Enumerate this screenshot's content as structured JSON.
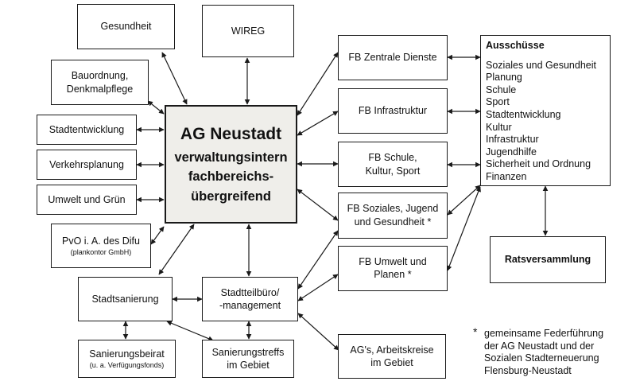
{
  "center": {
    "title": "AG Neustadt",
    "lines": [
      "verwaltungsintern",
      "fachbereichs-",
      "übergreifend"
    ]
  },
  "left_boxes": {
    "gesundheit": "Gesundheit",
    "wireg": "WIREG",
    "bauordnung": [
      "Bauordnung,",
      "Denkmalpflege"
    ],
    "stadtentwicklung": "Stadtentwicklung",
    "verkehrsplanung": "Verkehrsplanung",
    "umwelt": "Umwelt und Grün",
    "pvo": [
      "PvO i. A. des Difu",
      "(plankontor GmbH)"
    ]
  },
  "bottom_boxes": {
    "stadtsanierung": "Stadtsanierung",
    "stadtteilbuero": [
      "Stadtteilbüro/",
      "-management"
    ],
    "sanierungsbeirat": [
      "Sanierungsbeirat",
      "(u. a. Verfügungsfonds)"
    ],
    "sanierungstreffs": [
      "Sanierungstreffs",
      "im Gebiet"
    ],
    "ags": [
      "AG's, Arbeitskreise",
      "im Gebiet"
    ]
  },
  "fb_boxes": {
    "zentrale": "FB Zentrale Dienste",
    "infrastruktur": "FB Infrastruktur",
    "schule": [
      "FB Schule,",
      "Kultur, Sport"
    ],
    "soziales": [
      "FB Soziales, Jugend",
      "und Gesundheit"
    ],
    "umwelt": [
      "FB Umwelt und",
      "Planen"
    ],
    "asterisk": "*"
  },
  "ausschuesse": {
    "title": "Ausschüsse",
    "items": [
      "Soziales und Gesundheit",
      "Planung",
      "Schule",
      "Sport",
      "Stadtentwicklung",
      "Kultur",
      "Infrastruktur",
      "Jugendhilfe",
      "Sicherheit und Ordnung",
      "Finanzen"
    ]
  },
  "ratsversammlung": "Ratsversammlung",
  "footnote": {
    "marker": "*",
    "lines": [
      "gemeinsame Federführung",
      "der AG Neustadt und der",
      "Sozialen Stadterneuerung",
      "Flensburg-Neustadt"
    ]
  }
}
